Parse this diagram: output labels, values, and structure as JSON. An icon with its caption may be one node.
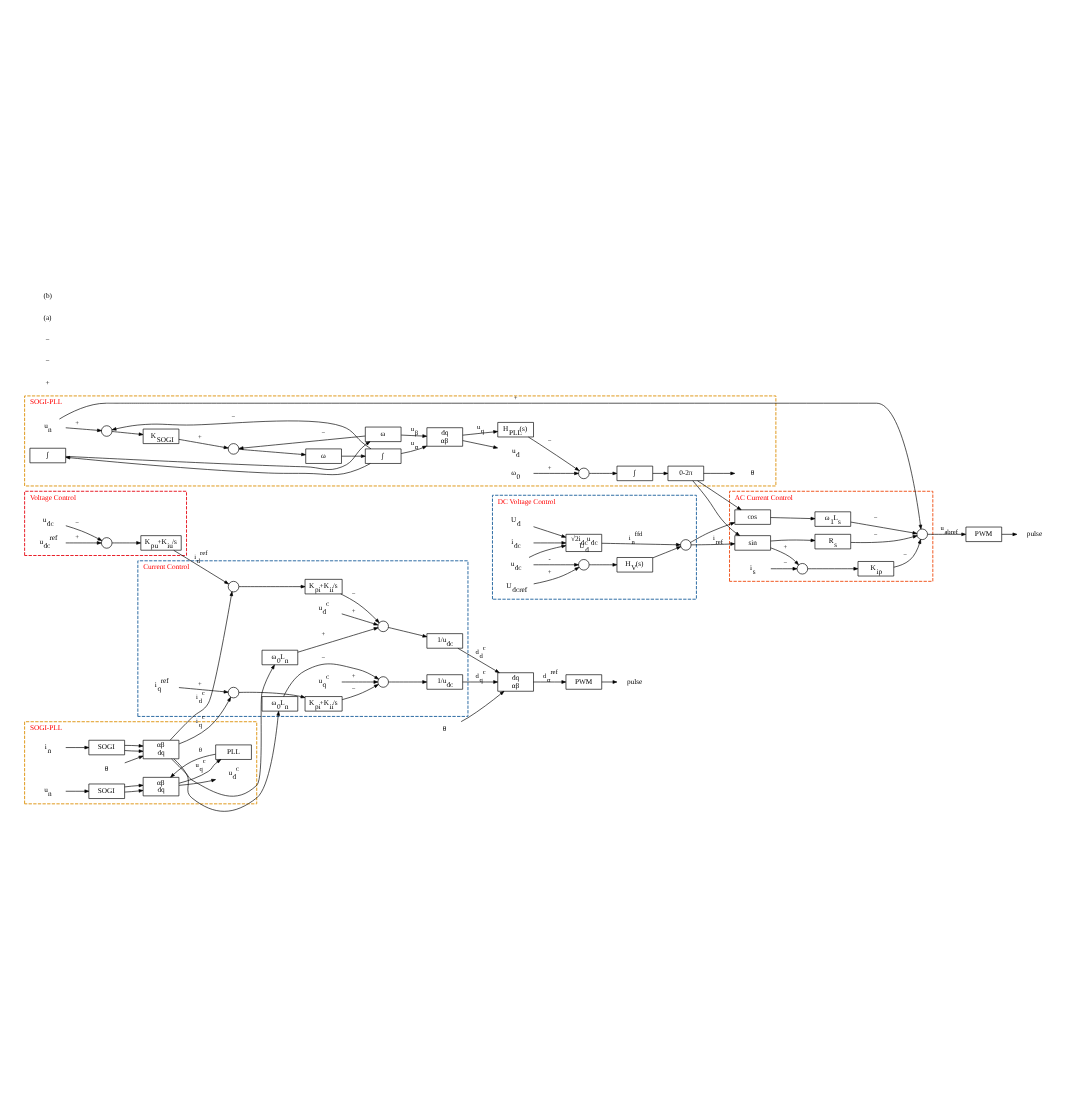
{
  "diagram": {
    "nodes": [
      {
        "text": [
          "Voltage Control"
        ]
      },
      {
        "text": [
          "u$_{dc}$"
        ],
        "in": 0
      },
      {
        "text": [
          "u$_{dc}$$^{ref}$"
        ],
        "in": 0
      },
      {
        "text": [],
        "shape": "circle",
        "in": 0
      },
      {
        "text": [
          "K$_{pu}$+K$_{iu}$/s"
        ],
        "in": 0
      },
      {
        "text": [
          "Current Control"
        ]
      },
      {
        "text": [],
        "shape": "circle",
        "in": 5
      },
      {
        "text": [
          "K$_{pi}$+K$_{ii}$/s"
        ],
        "in": 5
      },
      {
        "text": [],
        "shape": "circle",
        "in": 5
      },
      {
        "text": [
          "u$_{d}$$^{c}$"
        ],
        "in": 5
      },
      {
        "text": [
          "1/u$_{dc}$"
        ],
        "in": 5
      },
      {
        "text": [
          "ω$_{0}$L$_{n}$"
        ],
        "in": 5
      },
      {
        "text": [
          "ω$_{0}$L$_{n}$"
        ],
        "in": 5
      },
      {
        "text": [],
        "shape": "circle",
        "in": 5
      },
      {
        "text": [
          "i$_{q}$$^{ref}$"
        ],
        "in": 5
      },
      {
        "text": [
          "K$_{pi}$+K$_{ii}$/s"
        ],
        "in": 5
      },
      {
        "text": [],
        "shape": "circle",
        "in": 5
      },
      {
        "text": [
          "u$_{q}$$^{c}$"
        ],
        "in": 5
      },
      {
        "text": [
          "1/u$_{dc}$"
        ],
        "in": 5
      },
      {
        "text": [
          "SOGI-PLL"
        ]
      },
      {
        "text": [
          "i$_{n}$"
        ],
        "in": 19
      },
      {
        "text": [
          "SOGI"
        ],
        "in": 19
      },
      {
        "text": [
          "αβ",
          "dq"
        ],
        "in": 19
      },
      {
        "text": [
          "θ"
        ],
        "in": 19
      },
      {
        "text": [
          "u$_{n}$"
        ],
        "in": 19
      },
      {
        "text": [
          "SOGI"
        ],
        "in": 19
      },
      {
        "text": [
          "αβ",
          "dq"
        ],
        "in": 19
      },
      {
        "text": [
          "u$_{d}$$^{c}$"
        ],
        "in": 19
      },
      {
        "text": [
          "PLL"
        ],
        "in": 19
      },
      {
        "text": [
          "dq",
          "αβ"
        ]
      },
      {
        "text": [
          "θ"
        ]
      },
      {
        "text": [
          "PWM"
        ]
      },
      {
        "text": [
          "pulse"
        ]
      },
      {
        "text": [
          "SOGI-PLL"
        ]
      },
      {
        "text": [
          "u$_{n}$"
        ],
        "in": 33
      },
      {
        "text": [],
        "shape": "circle",
        "in": 33
      },
      {
        "text": [
          "K$_{SOGI}$"
        ],
        "in": 33
      },
      {
        "text": [],
        "shape": "circle",
        "in": 33
      },
      {
        "text": [
          "ω"
        ],
        "in": 33
      },
      {
        "text": [
          "∫"
        ],
        "in": 33
      },
      {
        "text": [
          "ω"
        ],
        "in": 33
      },
      {
        "text": [
          "∫"
        ],
        "in": 33
      },
      {
        "text": [
          "dq",
          "αβ"
        ],
        "in": 33
      },
      {
        "text": [
          "u$_{d}$"
        ],
        "in": 33
      },
      {
        "text": [
          "H$_{PLL}$(s)"
        ],
        "in": 33
      },
      {
        "text": [],
        "shape": "circle",
        "in": 33
      },
      {
        "text": [
          "ω$_{0}$"
        ],
        "in": 33
      },
      {
        "text": [
          "∫"
        ],
        "in": 33
      },
      {
        "text": [
          "0-2π"
        ],
        "in": 33
      },
      {
        "text": [
          "θ"
        ],
        "in": 33
      },
      {
        "text": [
          "DC Voltage Control"
        ]
      },
      {
        "text": [
          "U$_{d}$"
        ],
        "in": 50
      },
      {
        "text": [
          "i$_{dc}$"
        ],
        "in": 50
      },
      {
        "text": [
          "u$_{dc}$"
        ],
        "in": 50
      },
      {
        "text": [
          "√2i$_{dc}$u$_{dc}$",
          "U$_{d}$"
        ],
        "in": 50
      },
      {
        "text": [],
        "shape": "circle",
        "in": 50
      },
      {
        "text": [],
        "shape": "circle",
        "in": 50
      },
      {
        "text": [
          "U$_{dcref}$"
        ],
        "in": 50
      },
      {
        "text": [
          "H$_{V}$(s)"
        ],
        "in": 50
      },
      {
        "text": [
          "AC Current Control"
        ]
      },
      {
        "text": [
          "sin"
        ],
        "in": 59
      },
      {
        "text": [],
        "shape": "circle",
        "in": 59
      },
      {
        "text": [
          "i$_{s}$"
        ],
        "in": 59
      },
      {
        "text": [
          "K$_{ip}$"
        ],
        "in": 59
      },
      {
        "text": [
          "R$_{s}$"
        ],
        "in": 59
      },
      {
        "text": [
          "cos"
        ],
        "in": 59
      },
      {
        "text": [
          "ω$_{1}$L$_{s}$"
        ],
        "in": 59
      },
      {
        "text": [],
        "shape": "circle",
        "in": 59
      },
      {
        "text": [
          "PWM"
        ]
      },
      {
        "text": [
          "pulse"
        ]
      }
    ],
    "edges": [
      {
        "from": 1,
        "to": 3,
        "arrow": "to",
        "label": "−"
      },
      {
        "from": 2,
        "to": 3,
        "arrow": "to",
        "label": "+"
      },
      {
        "from": 3,
        "to": 4,
        "arrow": "to"
      },
      {
        "from": 4,
        "to": 6,
        "arrow": "to",
        "label": "i$_{d}$$^{ref}$"
      },
      {
        "from": 22,
        "to": 6,
        "arrow": "to",
        "label": "i$_{d}$$^{c}$"
      },
      {
        "from": 6,
        "to": 7,
        "arrow": "to"
      },
      {
        "from": 7,
        "to": 8,
        "arrow": "to",
        "label": "−"
      },
      {
        "from": 9,
        "to": 8,
        "arrow": "to",
        "label": "+"
      },
      {
        "from": 12,
        "to": 8,
        "arrow": "to",
        "label": "+"
      },
      {
        "from": 8,
        "to": 10,
        "arrow": "to"
      },
      {
        "from": 22,
        "to": 11,
        "arrow": "to"
      },
      {
        "from": 22,
        "to": 12,
        "arrow": "to"
      },
      {
        "from": 22,
        "to": 13,
        "arrow": "to",
        "label": "i$_{q}$$^{c}$"
      },
      {
        "from": 14,
        "to": 13,
        "arrow": "to",
        "label": "+"
      },
      {
        "from": 13,
        "to": 15,
        "arrow": "to"
      },
      {
        "from": 15,
        "to": 16,
        "arrow": "to",
        "label": "−"
      },
      {
        "from": 11,
        "to": 16,
        "arrow": "to",
        "label": "−"
      },
      {
        "from": 17,
        "to": 16,
        "arrow": "to",
        "label": "+"
      },
      {
        "from": 16,
        "to": 18,
        "arrow": "to"
      },
      {
        "from": 10,
        "to": 29,
        "arrow": "to",
        "label": "d$_{d}$$^{c}$"
      },
      {
        "from": 18,
        "to": 29,
        "arrow": "to",
        "label": "d$_{q}$$^{c}$"
      },
      {
        "from": 30,
        "to": 29,
        "arrow": "to"
      },
      {
        "from": 29,
        "to": 31,
        "arrow": "to",
        "label": "d$_{α}$$^{ref}$"
      },
      {
        "from": 31,
        "to": 32,
        "arrow": "to"
      },
      {
        "from": 20,
        "to": 21,
        "arrow": "to"
      },
      {
        "from": 21,
        "to": 22,
        "arrow": "to"
      },
      {
        "from": 21,
        "to": 22,
        "arrow": "to"
      },
      {
        "from": 23,
        "to": 22,
        "arrow": "to"
      },
      {
        "from": 24,
        "to": 25,
        "arrow": "to"
      },
      {
        "from": 25,
        "to": 26,
        "arrow": "to"
      },
      {
        "from": 25,
        "to": 26,
        "arrow": "to"
      },
      {
        "from": 26,
        "to": 27,
        "arrow": "to"
      },
      {
        "from": 26,
        "to": 28,
        "arrow": "to",
        "label": "u$_{q}$$^{c}$"
      },
      {
        "from": 28,
        "to": 26,
        "arrow": "to",
        "label": "θ"
      },
      {
        "from": 34,
        "to": 35,
        "arrow": "to",
        "label": "+"
      },
      {
        "from": 39,
        "to": 35,
        "arrow": "to",
        "label": "−"
      },
      {
        "from": 35,
        "to": 36,
        "arrow": "to"
      },
      {
        "from": 36,
        "to": 37,
        "arrow": "to",
        "label": "+"
      },
      {
        "from": 37,
        "to": 38,
        "arrow": "to"
      },
      {
        "from": 38,
        "to": 39,
        "arrow": "to"
      },
      {
        "from": 39,
        "to": 42,
        "arrow": "to",
        "label": "u$_{α}$"
      },
      {
        "from": 39,
        "to": 41,
        "arrow": "to"
      },
      {
        "from": 41,
        "to": 40,
        "arrow": "to"
      },
      {
        "from": 40,
        "to": 37,
        "arrow": "to",
        "label": "−"
      },
      {
        "from": 40,
        "to": 42,
        "arrow": "to",
        "label": "u$_{β}$"
      },
      {
        "from": 42,
        "to": 43,
        "arrow": "to"
      },
      {
        "from": 42,
        "to": 44,
        "arrow": "to",
        "label": "u$_{q}$"
      },
      {
        "from": 44,
        "to": 45,
        "arrow": "to",
        "label": "−"
      },
      {
        "from": 46,
        "to": 45,
        "arrow": "to",
        "label": "+"
      },
      {
        "from": 45,
        "to": 47,
        "arrow": "to"
      },
      {
        "from": 47,
        "to": 48,
        "arrow": "to"
      },
      {
        "from": 48,
        "to": 49,
        "arrow": "to"
      },
      {
        "from": 48,
        "to": 60,
        "arrow": "to"
      },
      {
        "from": 48,
        "to": 65,
        "arrow": "to"
      },
      {
        "from": 34,
        "to": 67,
        "arrow": "to",
        "label": "+"
      },
      {
        "from": 51,
        "to": 54,
        "arrow": "to"
      },
      {
        "from": 52,
        "to": 54,
        "arrow": "to"
      },
      {
        "from": 53,
        "to": 54,
        "arrow": "to"
      },
      {
        "from": 53,
        "to": 56,
        "arrow": "to",
        "label": "-"
      },
      {
        "from": 57,
        "to": 56,
        "arrow": "to",
        "label": "+"
      },
      {
        "from": 56,
        "to": 58,
        "arrow": "to"
      },
      {
        "from": 58,
        "to": 55,
        "arrow": "to"
      },
      {
        "from": 54,
        "to": 55,
        "arrow": "to",
        "label": "i$_{n}$$^{ffd}$"
      },
      {
        "from": 55,
        "to": 60,
        "arrow": "to",
        "label": "i$_{ref}$"
      },
      {
        "from": 55,
        "to": 65,
        "arrow": "to"
      },
      {
        "from": 60,
        "to": 61,
        "arrow": "to",
        "label": "+"
      },
      {
        "from": 62,
        "to": 61,
        "arrow": "to",
        "label": "−"
      },
      {
        "from": 61,
        "to": 63,
        "arrow": "to"
      },
      {
        "from": 60,
        "to": 64,
        "arrow": "to"
      },
      {
        "from": 65,
        "to": 66,
        "arrow": "to"
      },
      {
        "from": 63,
        "to": 67,
        "arrow": "to",
        "label": "−"
      },
      {
        "from": 64,
        "to": 67,
        "arrow": "to",
        "label": "−"
      },
      {
        "from": 66,
        "to": 67,
        "arrow": "to",
        "label": "−"
      },
      {
        "from": 67,
        "to": 68,
        "arrow": "to",
        "label": "u$_{abref}$"
      },
      {
        "from": 68,
        "to": 69,
        "arrow": "to"
      }
    ],
    "labels": [
      "+",
      "−",
      "−",
      "(a)",
      "(b)"
    ]
  }
}
